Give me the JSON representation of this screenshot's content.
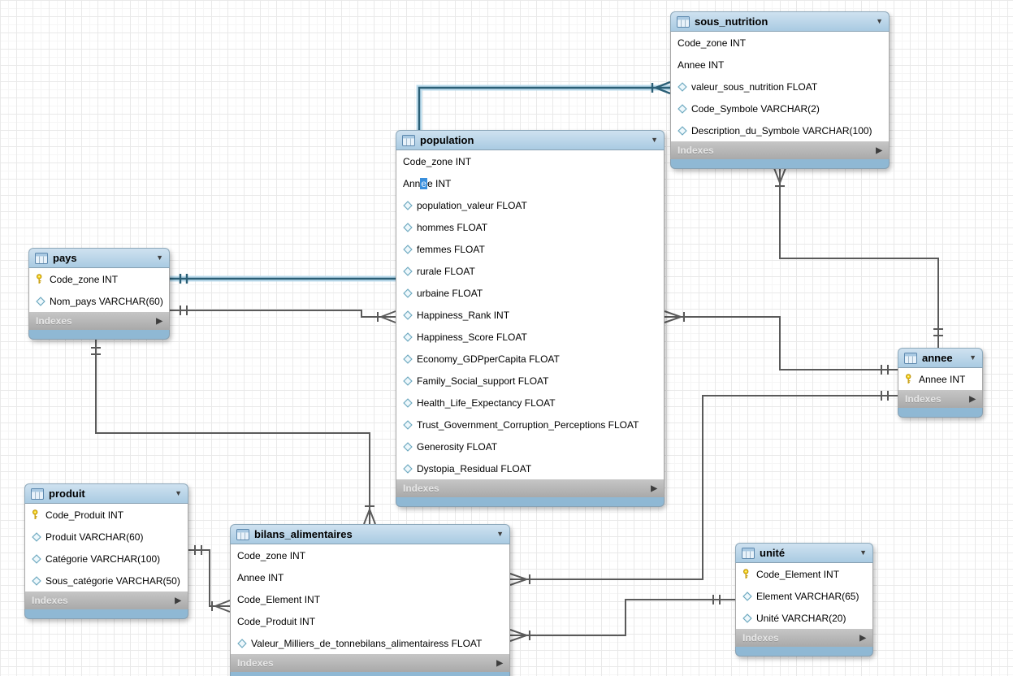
{
  "diagram": {
    "tool": "EER diagram",
    "colors": {
      "table_header": "#b9d4e8",
      "table_footer": "#b3b3b3",
      "bottom_strip": "#8fb8d4",
      "line": "#5a5a5a",
      "selected_line": "#2b5f76",
      "selected_line_glow": "#b5d8eb",
      "text_selection": "#3a8fdc",
      "key_icon": "#f7d61c",
      "diamond_icon": "#6ea9c0"
    },
    "tables": [
      {
        "id": "sous_nutrition",
        "title": "sous_nutrition",
        "footer_label": "Indexes",
        "columns": [
          {
            "icon": "none",
            "text": "Code_zone INT"
          },
          {
            "icon": "none",
            "text": "Annee INT"
          },
          {
            "icon": "diamond",
            "text": "valeur_sous_nutrition FLOAT"
          },
          {
            "icon": "diamond",
            "text": "Code_Symbole VARCHAR(2)"
          },
          {
            "icon": "diamond",
            "text": "Description_du_Symbole VARCHAR(100)"
          }
        ]
      },
      {
        "id": "population",
        "title": "population",
        "footer_label": "Indexes",
        "columns": [
          {
            "icon": "none",
            "text": "Code_zone INT"
          },
          {
            "icon": "none",
            "edit": {
              "prefix": "Ann",
              "selected": "e",
              "suffix": "e INT"
            }
          },
          {
            "icon": "diamond",
            "text": "population_valeur FLOAT"
          },
          {
            "icon": "diamond",
            "text": "hommes FLOAT"
          },
          {
            "icon": "diamond",
            "text": "femmes FLOAT"
          },
          {
            "icon": "diamond",
            "text": "rurale FLOAT"
          },
          {
            "icon": "diamond",
            "text": "urbaine FLOAT"
          },
          {
            "icon": "diamond",
            "text": "Happiness_Rank INT"
          },
          {
            "icon": "diamond",
            "text": "Happiness_Score FLOAT"
          },
          {
            "icon": "diamond",
            "text": "Economy_GDPperCapita FLOAT"
          },
          {
            "icon": "diamond",
            "text": "Family_Social_support FLOAT"
          },
          {
            "icon": "diamond",
            "text": "Health_Life_Expectancy FLOAT"
          },
          {
            "icon": "diamond",
            "text": "Trust_Government_Corruption_Perceptions FLOAT"
          },
          {
            "icon": "diamond",
            "text": "Generosity FLOAT"
          },
          {
            "icon": "diamond",
            "text": "Dystopia_Residual FLOAT"
          }
        ]
      },
      {
        "id": "pays",
        "title": "pays",
        "footer_label": "Indexes",
        "columns": [
          {
            "icon": "key",
            "text": "Code_zone INT"
          },
          {
            "icon": "diamond",
            "text": "Nom_pays VARCHAR(60)"
          }
        ]
      },
      {
        "id": "annee",
        "title": "annee",
        "footer_label": "Indexes",
        "columns": [
          {
            "icon": "key",
            "text": "Annee INT"
          }
        ]
      },
      {
        "id": "produit",
        "title": "produit",
        "footer_label": "Indexes",
        "columns": [
          {
            "icon": "key",
            "text": "Code_Produit INT"
          },
          {
            "icon": "diamond",
            "text": "Produit VARCHAR(60)"
          },
          {
            "icon": "diamond",
            "text": "Catégorie VARCHAR(100)"
          },
          {
            "icon": "diamond",
            "text": "Sous_catégorie VARCHAR(50)"
          }
        ]
      },
      {
        "id": "bilans_alimentaires",
        "title": "bilans_alimentaires",
        "footer_label": "Indexes",
        "columns": [
          {
            "icon": "none",
            "text": "Code_zone INT"
          },
          {
            "icon": "none",
            "text": "Annee INT"
          },
          {
            "icon": "none",
            "text": "Code_Element INT"
          },
          {
            "icon": "none",
            "text": "Code_Produit INT"
          },
          {
            "icon": "diamond",
            "text": "Valeur_Milliers_de_tonnebilans_alimentairess FLOAT"
          }
        ]
      },
      {
        "id": "unite",
        "title": "unité",
        "footer_label": "Indexes",
        "columns": [
          {
            "icon": "key",
            "text": "Code_Element INT"
          },
          {
            "icon": "diamond",
            "text": "Element VARCHAR(65)"
          },
          {
            "icon": "diamond",
            "text": "Unité VARCHAR(20)"
          }
        ]
      }
    ],
    "relationships": [
      {
        "from": "pays",
        "to": "sous_nutrition",
        "from_card": "one",
        "to_card": "many",
        "selected": true
      },
      {
        "from": "pays",
        "to": "population",
        "from_card": "one",
        "to_card": "many",
        "selected": false
      },
      {
        "from": "population",
        "to": "annee",
        "from_card": "many",
        "to_card": "one",
        "selected": false
      },
      {
        "from": "sous_nutrition",
        "to": "annee",
        "from_card": "many",
        "to_card": "one",
        "selected": false
      },
      {
        "from": "bilans_alimentaires",
        "to": "annee",
        "from_card": "many",
        "to_card": "one",
        "selected": false
      },
      {
        "from": "bilans_alimentaires",
        "to": "unite",
        "from_card": "many",
        "to_card": "one",
        "selected": false
      },
      {
        "from": "pays",
        "to": "bilans_alimentaires",
        "from_card": "one",
        "to_card": "many",
        "selected": false
      },
      {
        "from": "produit",
        "to": "bilans_alimentaires",
        "from_card": "one",
        "to_card": "many",
        "selected": false
      }
    ]
  }
}
